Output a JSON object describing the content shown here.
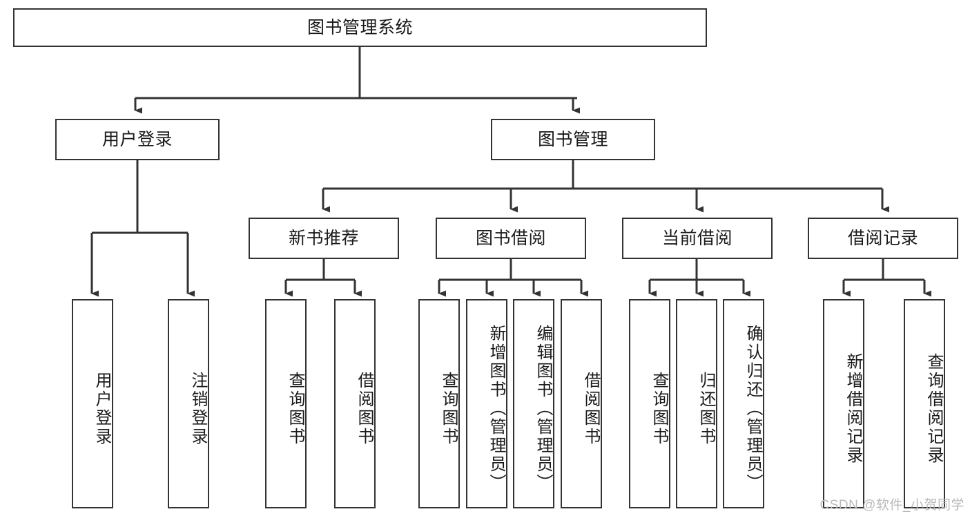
{
  "diagram": {
    "title_node": {
      "label": "图书管理系统"
    },
    "level2": [
      {
        "id": "user-login",
        "label": "用户登录"
      },
      {
        "id": "book-management",
        "label": "图书管理"
      }
    ],
    "level3": [
      {
        "id": "new-book-recommend",
        "label": "新书推荐"
      },
      {
        "id": "book-borrow",
        "label": "图书借阅"
      },
      {
        "id": "current-borrow",
        "label": "当前借阅"
      },
      {
        "id": "borrow-record",
        "label": "借阅记录"
      }
    ],
    "leaves": [
      {
        "id": "leaf-user-login",
        "label": "用户登录",
        "parent": "user-login"
      },
      {
        "id": "leaf-logout-login",
        "label": "注销登录",
        "parent": "user-login"
      },
      {
        "id": "leaf-query-books-1",
        "label": "查询图书",
        "parent": "new-book-recommend"
      },
      {
        "id": "leaf-borrow-books-1",
        "label": "借阅图书",
        "parent": "new-book-recommend"
      },
      {
        "id": "leaf-query-books-2",
        "label": "查询图书",
        "parent": "book-borrow"
      },
      {
        "id": "leaf-add-book",
        "label": "新增图书（管理员）",
        "parent": "book-borrow"
      },
      {
        "id": "leaf-edit-book",
        "label": "编辑图书（管理员）",
        "parent": "book-borrow"
      },
      {
        "id": "leaf-borrow-books-2",
        "label": "借阅图书",
        "parent": "book-borrow"
      },
      {
        "id": "leaf-query-books-3",
        "label": "查询图书",
        "parent": "current-borrow"
      },
      {
        "id": "leaf-return-book",
        "label": "归还图书",
        "parent": "current-borrow"
      },
      {
        "id": "leaf-confirm-return",
        "label": "确认归还（管理员）",
        "parent": "current-borrow"
      },
      {
        "id": "leaf-add-record",
        "label": "新增借阅记录",
        "parent": "borrow-record"
      },
      {
        "id": "leaf-query-record",
        "label": "查询借阅记录",
        "parent": "borrow-record"
      }
    ],
    "watermark": "CSDN @软件_小贺同学",
    "colors": {
      "border": "#333333",
      "background": "#ffffff",
      "text": "#1a1a1a",
      "connector": "#333333",
      "watermark": "#b9b9b9"
    }
  }
}
